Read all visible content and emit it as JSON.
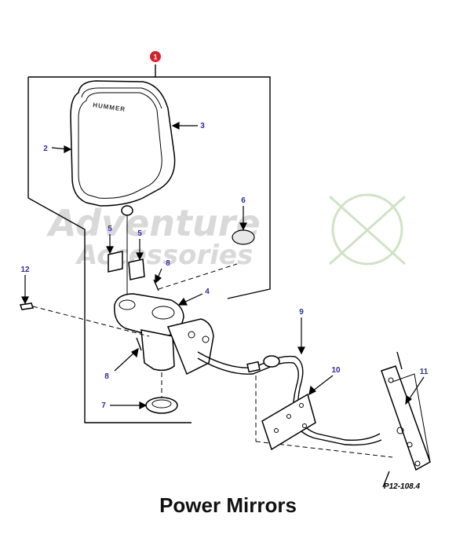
{
  "callouts": {
    "assembly": "1",
    "mirror_face": "2",
    "mirror_housing": "3",
    "arm": "4",
    "clip_left": "5",
    "clip_right": "5",
    "plug": "6",
    "grommet": "7",
    "pin_upper": "8",
    "pin_lower": "8",
    "harness": "9",
    "bracket": "10",
    "door_panel": "11",
    "screw": "12"
  },
  "brand_mark": "HUMMER",
  "watermark": {
    "line1": "Adventure",
    "line2": "Accessories"
  },
  "reference_code": "P12-108.4",
  "title": "Power Mirrors",
  "colors": {
    "callout": "#2c2ca8",
    "assembly_marker": "#d9202a",
    "watermark": "#d9d9d9",
    "watermark_accent": "#cfe3c4"
  }
}
